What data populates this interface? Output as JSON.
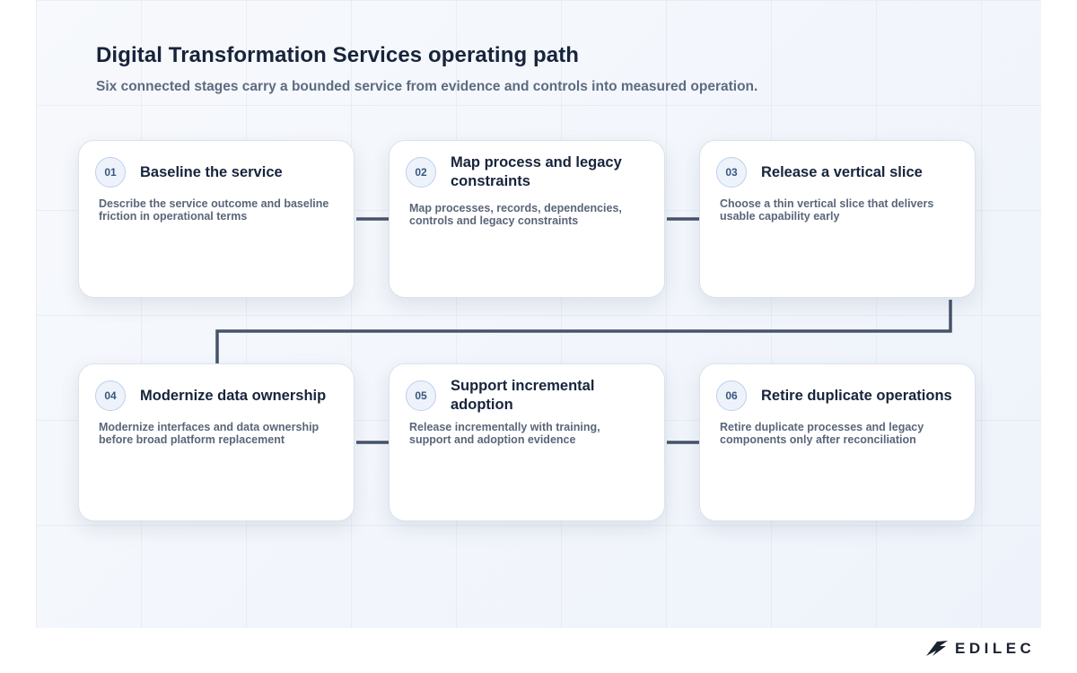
{
  "header": {
    "title": "Digital Transformation Services operating path",
    "subtitle": "Six connected stages carry a bounded service from evidence and controls into measured operation."
  },
  "stages": [
    {
      "number": "01",
      "title": "Baseline the service",
      "description": "Describe the service outcome and baseline friction in operational terms"
    },
    {
      "number": "02",
      "title": "Map process and legacy constraints",
      "description": "Map processes, records, dependencies, controls and legacy constraints"
    },
    {
      "number": "03",
      "title": "Release a vertical slice",
      "description": "Choose a thin vertical slice that delivers usable capability early"
    },
    {
      "number": "04",
      "title": "Modernize data ownership",
      "description": "Modernize interfaces and data ownership before broad platform replacement"
    },
    {
      "number": "05",
      "title": "Support incremental adoption",
      "description": "Release incrementally with training, support and adoption evidence"
    },
    {
      "number": "06",
      "title": "Retire duplicate operations",
      "description": "Retire duplicate processes and legacy components only after reconciliation"
    }
  ],
  "brand": {
    "logo_text": "EDILEC",
    "logo_icon": "swoosh-icon"
  },
  "colors": {
    "connector": "#46536a",
    "badge_text": "#38577f",
    "title": "#17243b"
  }
}
